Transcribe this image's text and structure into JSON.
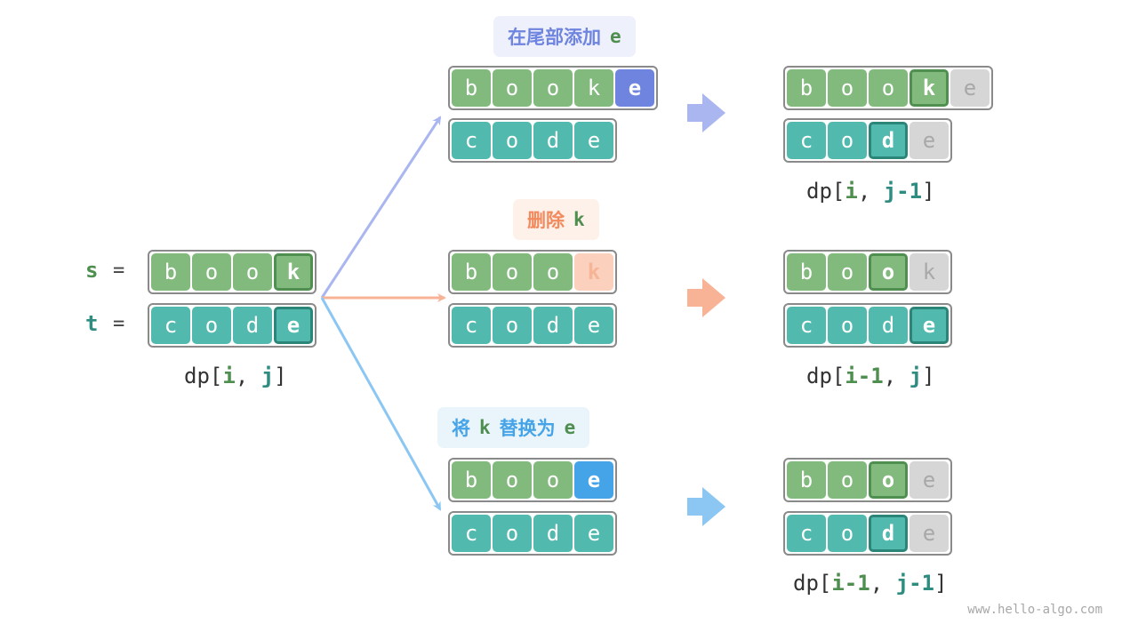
{
  "left": {
    "s_var": "s",
    "t_var": "t",
    "equals": "=",
    "s_chars": [
      "b",
      "o",
      "o",
      "k"
    ],
    "t_chars": [
      "c",
      "o",
      "d",
      "e"
    ],
    "label": {
      "prefix": "dp[",
      "i": "i",
      "sep": ", ",
      "j": "j",
      "suffix": "]"
    }
  },
  "ops": {
    "insert": {
      "text": "在尾部添加",
      "char": "e",
      "color": "#6f84df"
    },
    "delete": {
      "text": "删除",
      "char": "k",
      "color": "#f38a5d"
    },
    "replace": {
      "pre": "将",
      "from": "k",
      "mid": "替换为",
      "to": "e",
      "color": "#45a3e8"
    }
  },
  "middle": {
    "insert": {
      "s_chars": [
        "b",
        "o",
        "o",
        "k",
        "e"
      ],
      "t_chars": [
        "c",
        "o",
        "d",
        "e"
      ]
    },
    "delete": {
      "s_chars": [
        "b",
        "o",
        "o",
        "k"
      ],
      "t_chars": [
        "c",
        "o",
        "d",
        "e"
      ]
    },
    "replace": {
      "s_chars": [
        "b",
        "o",
        "o",
        "e"
      ],
      "t_chars": [
        "c",
        "o",
        "d",
        "e"
      ]
    }
  },
  "right": {
    "insert": {
      "s_chars": [
        "b",
        "o",
        "o",
        "k",
        "e"
      ],
      "t_chars": [
        "c",
        "o",
        "d",
        "e"
      ],
      "label": {
        "prefix": "dp[",
        "i": "i",
        "sep": ", ",
        "j": "j-1",
        "suffix": "]"
      }
    },
    "delete": {
      "s_chars": [
        "b",
        "o",
        "o",
        "k"
      ],
      "t_chars": [
        "c",
        "o",
        "d",
        "e"
      ],
      "label": {
        "prefix": "dp[",
        "i": "i-1",
        "sep": ", ",
        "j": "j",
        "suffix": "]"
      }
    },
    "replace": {
      "s_chars": [
        "b",
        "o",
        "o",
        "e"
      ],
      "t_chars": [
        "c",
        "o",
        "d",
        "e"
      ],
      "label": {
        "prefix": "dp[",
        "i": "i-1",
        "sep": ", ",
        "j": "j-1",
        "suffix": "]"
      }
    }
  },
  "colors": {
    "green": "#82b97d",
    "teal": "#51b9ae",
    "insert_arrow": "#aab6ef",
    "delete_arrow": "#f8b397",
    "replace_arrow": "#8cc6f2"
  },
  "footer": "www.hello-algo.com"
}
